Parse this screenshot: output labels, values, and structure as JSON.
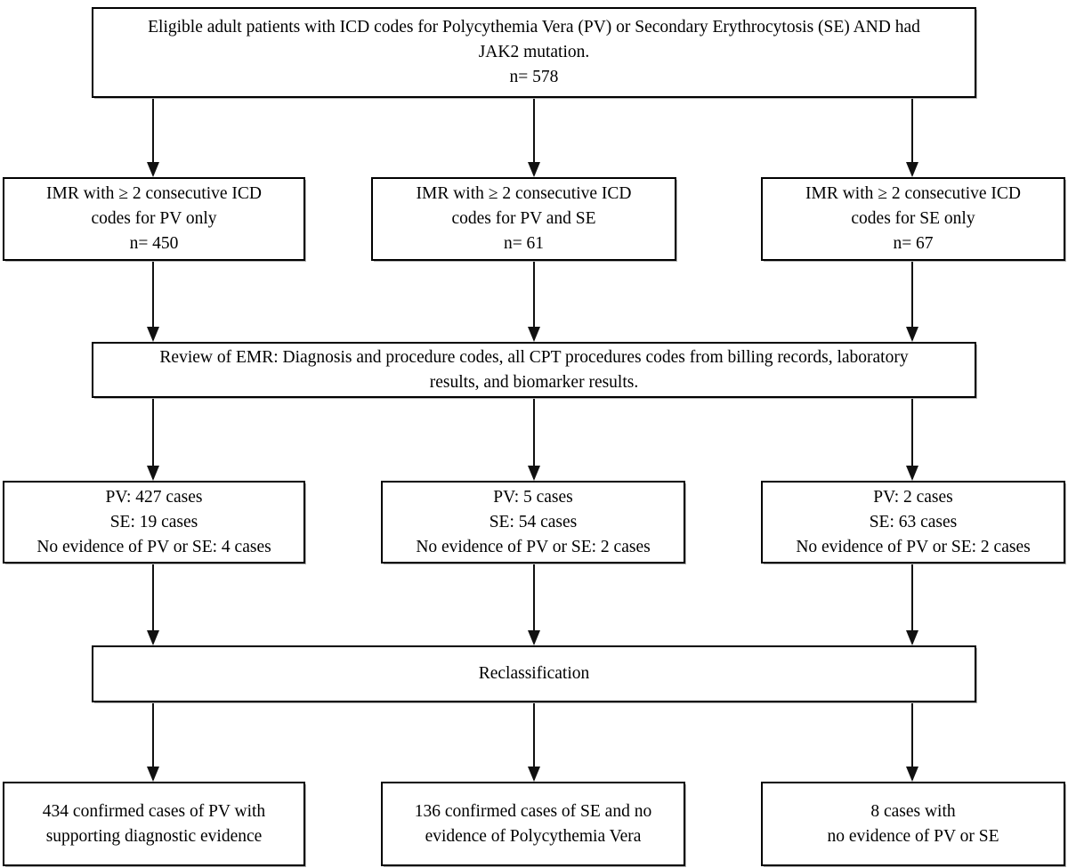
{
  "colors": {
    "background": "#ffffff",
    "box_border": "#000000",
    "text": "#000000",
    "arrow": "#000000"
  },
  "flowchart": {
    "nodes": [
      {
        "id": "eligible-patients",
        "text": "Eligible adult patients with ICD codes for Polycythemia Vera (PV) or Secondary Erythrocytosis (SE) AND had\nJAK2 mutation.\nn= 578"
      },
      {
        "id": "imr-pv-only",
        "text": "IMR with ≥ 2 consecutive ICD\ncodes for PV only\nn= 450"
      },
      {
        "id": "imr-pv-and-se",
        "text": "IMR with ≥ 2 consecutive ICD\ncodes for PV and SE\nn= 61"
      },
      {
        "id": "imr-se-only",
        "text": "IMR with ≥ 2 consecutive ICD\ncodes for SE only\nn= 67"
      },
      {
        "id": "emr-review",
        "text": "Review of EMR: Diagnosis and procedure codes, all CPT procedures codes from billing records, laboratory\nresults, and biomarker results."
      },
      {
        "id": "cases-pv-only",
        "text": "PV: 427 cases\nSE: 19 cases\nNo evidence of PV or SE: 4 cases"
      },
      {
        "id": "cases-pv-and-se",
        "text": "PV: 5 cases\nSE: 54 cases\nNo evidence of PV or SE: 2 cases"
      },
      {
        "id": "cases-se-only",
        "text": "PV: 2 cases\nSE: 63 cases\nNo evidence of PV or SE: 2 cases"
      },
      {
        "id": "reclassification",
        "text": "Reclassification"
      },
      {
        "id": "confirmed-pv",
        "text": "434 confirmed cases of PV with\nsupporting diagnostic evidence"
      },
      {
        "id": "confirmed-se",
        "text": "136 confirmed cases of SE and no\nevidence of Polycythemia Vera"
      },
      {
        "id": "no-evidence",
        "text": "8 cases with\nno evidence of PV or SE"
      }
    ],
    "edges": [
      {
        "from": "eligible-patients",
        "to": "imr-pv-only"
      },
      {
        "from": "eligible-patients",
        "to": "imr-pv-and-se"
      },
      {
        "from": "eligible-patients",
        "to": "imr-se-only"
      },
      {
        "from": "imr-pv-only",
        "to": "emr-review"
      },
      {
        "from": "imr-pv-and-se",
        "to": "emr-review"
      },
      {
        "from": "imr-se-only",
        "to": "emr-review"
      },
      {
        "from": "emr-review",
        "to": "cases-pv-only"
      },
      {
        "from": "emr-review",
        "to": "cases-pv-and-se"
      },
      {
        "from": "emr-review",
        "to": "cases-se-only"
      },
      {
        "from": "cases-pv-only",
        "to": "reclassification"
      },
      {
        "from": "cases-pv-and-se",
        "to": "reclassification"
      },
      {
        "from": "cases-se-only",
        "to": "reclassification"
      },
      {
        "from": "reclassification",
        "to": "confirmed-pv"
      },
      {
        "from": "reclassification",
        "to": "confirmed-se"
      },
      {
        "from": "reclassification",
        "to": "no-evidence"
      }
    ]
  }
}
